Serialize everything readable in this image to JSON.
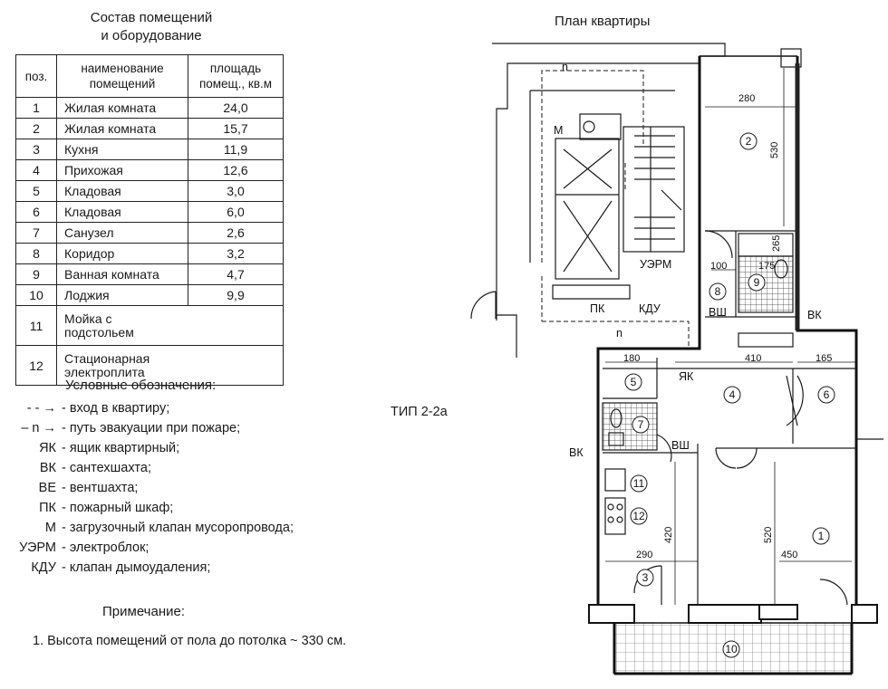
{
  "table_title_line1": "Состав помещений",
  "table_title_line2": "и оборудование",
  "table_headers": {
    "pos": "поз.",
    "name_line1": "наименование",
    "name_line2": "помещений",
    "area_line1": "площадь",
    "area_line2": "помещ., кв.м"
  },
  "rooms": [
    {
      "pos": "1",
      "name": "Жилая комната",
      "area": "24,0"
    },
    {
      "pos": "2",
      "name": "Жилая комната",
      "area": "15,7"
    },
    {
      "pos": "3",
      "name": "Кухня",
      "area": "11,9"
    },
    {
      "pos": "4",
      "name": "Прихожая",
      "area": "12,6"
    },
    {
      "pos": "5",
      "name": "Кладовая",
      "area": "3,0"
    },
    {
      "pos": "6",
      "name": "Кладовая",
      "area": "6,0"
    },
    {
      "pos": "7",
      "name": "Санузел",
      "area": "2,6"
    },
    {
      "pos": "8",
      "name": "Коридор",
      "area": "3,2"
    },
    {
      "pos": "9",
      "name": "Ванная комната",
      "area": "4,7"
    },
    {
      "pos": "10",
      "name": "Лоджия",
      "area": "9,9"
    }
  ],
  "equipment": [
    {
      "pos": "11",
      "line1": "Мойка с",
      "line2": "подстольем"
    },
    {
      "pos": "12",
      "line1": "Стационарная",
      "line2": "электроплита"
    }
  ],
  "legend_title": "Условные обозначения:",
  "legend": [
    {
      "sym": "- - →",
      "desc": "- вход в квартиру;"
    },
    {
      "sym": "– n →",
      "desc": "- путь эвакуации при пожаре;"
    },
    {
      "sym": "ЯК",
      "desc": "- ящик квартирный;"
    },
    {
      "sym": "ВК",
      "desc": "- сантехшахта;"
    },
    {
      "sym": "ВЕ",
      "desc": "- вентшахта;"
    },
    {
      "sym": "ПК",
      "desc": "- пожарный шкаф;"
    },
    {
      "sym": "М",
      "desc": "- загрузочный клапан мусоропровода;"
    },
    {
      "sym": "УЭРМ",
      "desc": "- электроблок;"
    },
    {
      "sym": "КДУ",
      "desc": "- клапан дымоудаления;"
    }
  ],
  "note_title": "Примечание:",
  "note_text": "1. Высота помещений от пола до потолка  ~ 330 см.",
  "plan_title": "План квартиры",
  "type_label": "ТИП 2-2а",
  "plan_labels": {
    "path_n": "n",
    "m": "М",
    "uerm": "УЭРМ",
    "pk": "ПК",
    "kdu": "КДУ",
    "vsh": "ВШ",
    "vk": "ВК",
    "yak": "ЯК"
  },
  "dimensions": {
    "d280": "280",
    "d530": "530",
    "d265": "265",
    "d100": "100",
    "d175": "175",
    "d180": "180",
    "d410": "410",
    "d165": "165",
    "d420": "420",
    "d520": "520",
    "d290": "290",
    "d450": "450"
  },
  "room_markers": [
    "1",
    "2",
    "3",
    "4",
    "5",
    "6",
    "7",
    "8",
    "9",
    "10",
    "11",
    "12"
  ]
}
